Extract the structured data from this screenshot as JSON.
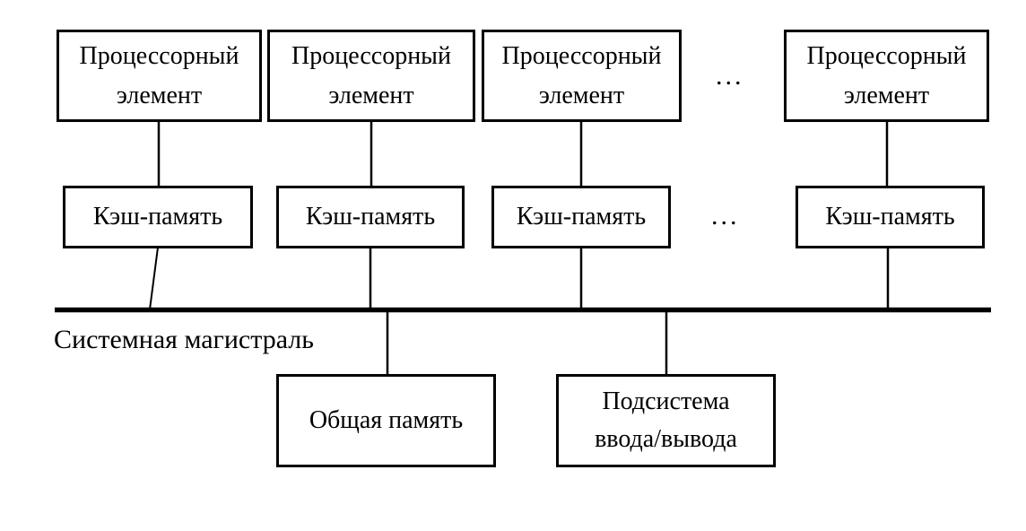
{
  "diagram": {
    "background_color": "#ffffff",
    "line_color": "#000000",
    "processors": [
      {
        "label": "Процессорный элемент"
      },
      {
        "label": "Процессорный элемент"
      },
      {
        "label": "Процессорный элемент"
      },
      {
        "label": "Процессорный элемент"
      }
    ],
    "caches": [
      {
        "label": "Кэш-память"
      },
      {
        "label": "Кэш-память"
      },
      {
        "label": "Кэш-память"
      },
      {
        "label": "Кэш-память"
      }
    ],
    "ellipsis_row1": "...",
    "ellipsis_row2": "...",
    "bus_label": "Системная магистраль",
    "shared_memory_label": "Общая память",
    "io_subsystem_label": "Подсистема ввода/вывода"
  }
}
